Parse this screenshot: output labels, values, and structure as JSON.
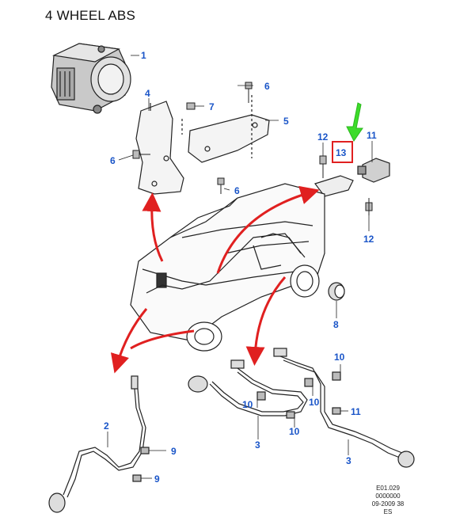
{
  "title": "4 WHEEL ABS",
  "stamp": {
    "line1": "E01.029",
    "line2": "0000000",
    "line3": "09-2009 38",
    "line4": "ES"
  },
  "callout_color": "#1a55c8",
  "arrow_color": "#e02020",
  "highlight_arrow_color": "#3ddc2a",
  "highlight_box_color": "#e02020",
  "callouts": {
    "c1": "1",
    "c2": "2",
    "c3a": "3",
    "c3b": "3",
    "c4": "4",
    "c5": "5",
    "c6a": "6",
    "c6b": "6",
    "c6c": "6",
    "c7": "7",
    "c8": "8",
    "c9a": "9",
    "c9b": "9",
    "c10a": "10",
    "c10b": "10",
    "c10c": "10",
    "c10d": "10",
    "c11a": "11",
    "c11b": "11",
    "c12a": "12",
    "c12b": "12",
    "c13": "13"
  }
}
